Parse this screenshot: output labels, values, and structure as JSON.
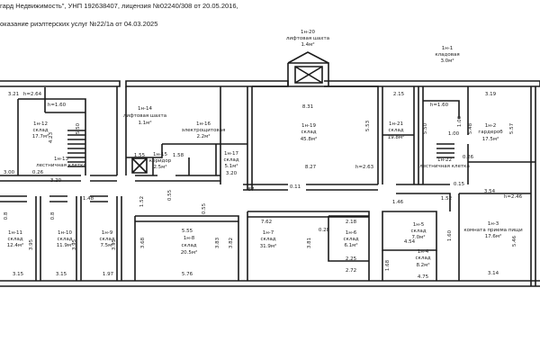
{
  "header": {
    "line1": "гард Недвижимость\", УНП 192638407, лицензия №02240/308 от 20.05.2016,",
    "line2": "оказание риэлтерских услуг №22/1а от 04.03.2025"
  },
  "colors": {
    "ink": "#1a1a1a",
    "paper": "#ffffff"
  },
  "rooms": [
    {
      "num": "1н-20",
      "name": "лифтовая шахта",
      "area": "1.4м²"
    },
    {
      "num": "1н-1",
      "name": "кладовая",
      "area": "3.0м²"
    },
    {
      "num": "1н-12",
      "name": "склад",
      "area": "17.7м²"
    },
    {
      "num": "1н-13",
      "name": "лестничная клетка",
      "area": ""
    },
    {
      "num": "1н-14",
      "name": "лифтовая шахта",
      "area": "1.1м²"
    },
    {
      "num": "1н-15",
      "name": "коридор",
      "area": "2.5м²"
    },
    {
      "num": "1н-16",
      "name": "электрощитовая",
      "area": "2.2м²"
    },
    {
      "num": "1н-17",
      "name": "склад",
      "area": "5.1м²"
    },
    {
      "num": "1н-19",
      "name": "склад",
      "area": "45.8м²"
    },
    {
      "num": "1н-21",
      "name": "склад",
      "area": "19.8м²"
    },
    {
      "num": "1н-22",
      "name": "лестничная клетка",
      "area": ""
    },
    {
      "num": "1н-2",
      "name": "гардероб",
      "area": "17.5м²"
    },
    {
      "num": "1н-3",
      "name": "комната приема пищи",
      "area": "17.6м²"
    },
    {
      "num": "1н-4",
      "name": "склад",
      "area": "8.2м²"
    },
    {
      "num": "1н-5",
      "name": "склад",
      "area": "7.0м²"
    },
    {
      "num": "1н-6",
      "name": "склад",
      "area": "6.1м²"
    },
    {
      "num": "1н-7",
      "name": "склад",
      "area": "31.9м²"
    },
    {
      "num": "1н-8",
      "name": "склад",
      "area": "20.5м²"
    },
    {
      "num": "1н-9",
      "name": "склад",
      "area": "7.5м²"
    },
    {
      "num": "1н-10",
      "name": "склад",
      "area": "11.9м²"
    },
    {
      "num": "1н-11",
      "name": "склад",
      "area": "12.4м²"
    }
  ],
  "dimensions": {
    "d_321": "3.21",
    "d_h264": "h=2.64",
    "d_h160a": "h=1.60",
    "d_h160b": "h=1.60",
    "d_831": "8.31",
    "d_553": "5.53",
    "d_215": "2.15",
    "d_319": "3.19",
    "d_423": "4.23",
    "d_550": "5.50",
    "d_548": "5.48",
    "d_557": "5.57",
    "d_100": "1.00",
    "d_155": "1.55",
    "d_158": "1.58",
    "d_320": "3.20",
    "d_827": "8.27",
    "d_h263": "h=2.63",
    "d_026a": "0.26",
    "d_026b": "0.26",
    "d_h246": "h=2.46",
    "d_354": "3.54",
    "d_015": "0.15",
    "d_146": "1.46",
    "d_152": "1.52",
    "d_055a": "0.55",
    "d_055b": "0.55",
    "d_08": "0.8",
    "d_87": "87",
    "d_148": "1.48",
    "d_011": "0.11",
    "d_218": "2.18",
    "d_028": "0.28",
    "d_762": "7.62",
    "d_152b": "1.52",
    "d_555": "5.55",
    "d_368": "3.68",
    "d_383": "3.83",
    "d_382": "3.82",
    "d_381": "3.81",
    "d_225": "2.25",
    "d_272": "2.72",
    "d_454": "4.54",
    "d_160": "1.60",
    "d_546": "5.46",
    "d_168": "1.68",
    "d_475": "4.75",
    "d_314": "3.14",
    "d_315": "3.15",
    "d_197": "1.97",
    "d_576": "5.76",
    "d_395": "3.95",
    "d_300": "3.00"
  }
}
